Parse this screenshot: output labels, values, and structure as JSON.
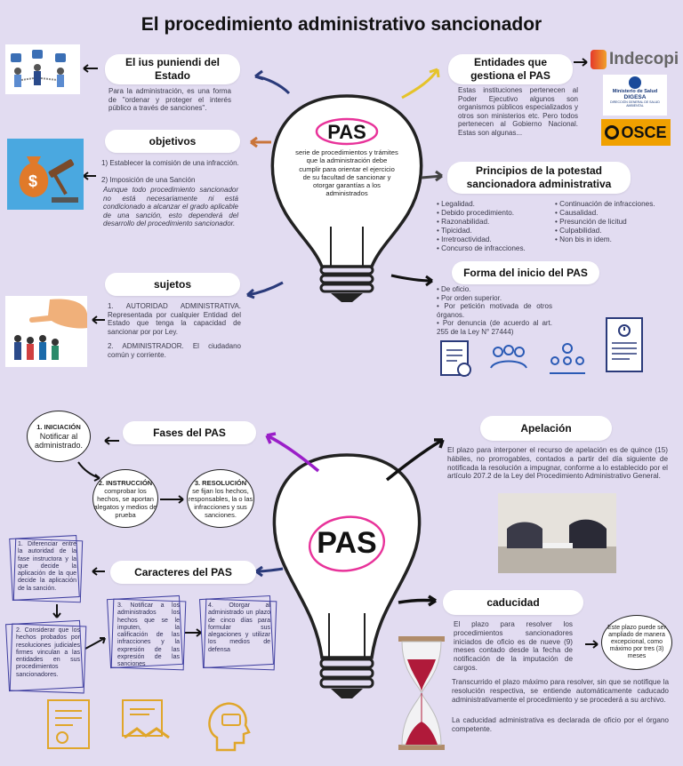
{
  "title": "El procedimiento administrativo sancionador",
  "center_top": {
    "heading": "PAS",
    "description": "serie de procedimientos y trámites que la administración debe cumplir para orientar el ejercicio de su facultad de sancionar y otorgar garantías a los administrados"
  },
  "center_bottom": {
    "heading": "PAS"
  },
  "ius": {
    "title": "El ius puniendi del Estado",
    "text": "Para la administración, es una forma de \"ordenar y proteger el interés público a través de sanciones\"."
  },
  "objetivos": {
    "title": "objetivos",
    "items": [
      "1) Establecer la comisión de una infracción.",
      "2) Imposición de una Sanción"
    ],
    "note": "Aunque todo procedimiento sancionador no está necesariamente ni está condicionado a alcanzar el grado aplicable de una sanción, esto dependerá del desarrollo del procedimiento sancionador."
  },
  "sujetos": {
    "title": "sujetos",
    "item1_label": "1. AUTORIDAD ADMINISTRATIVA.",
    "item1_text": "Representada por cualquier Entidad del Estado que tenga la capacidad de sancionar por por Ley.",
    "item2_label": "2. ADMINISTRADOR.",
    "item2_text": "El ciudadano común y corriente."
  },
  "entidades": {
    "title": "Entidades que gestiona el PAS",
    "text": "Estas instituciones pertenecen al Poder Ejecutivo algunos son organismos públicos especializados y otros son ministerios etc. Pero todos pertenecen al Gobierno Nacional. Estas son algunas...",
    "logos": {
      "indecopi": "Indecopi",
      "minsa_line1": "Ministerio de Salud",
      "minsa_line2": "DIGESA",
      "minsa_line3": "DIRECCIÓN GENERAL DE SALUD AMBIENTAL",
      "osce": "OSCE"
    }
  },
  "principios": {
    "title": "Principios de la potestad sancionadora administrativa",
    "col1": [
      "Legalidad.",
      "Debido procedimiento.",
      "Razonabilidad.",
      "Tipicidad.",
      "Irretroactividad.",
      "Concurso de infracciones."
    ],
    "col2": [
      "Continuación de infracciones.",
      "Causalidad.",
      "Presunción de licitud",
      "Culpabilidad.",
      "Non bis in idem."
    ]
  },
  "forma": {
    "title": "Forma del inicio del PAS",
    "items": [
      "De oficio.",
      "Por orden superior.",
      "Por petición motivada de otros órganos.",
      "Por denuncia (de acuerdo al art. 255 de la Ley N° 27444)"
    ]
  },
  "fases": {
    "title": "Fases del PAS",
    "f1_label": "1. INICIACIÓN",
    "f1_text": "Notificar al administrado.",
    "f2_label": "2. INSTRUCCIÓN",
    "f2_text": "comprobar los hechos, se aportan alegatos y medios de prueba",
    "f3_label": "3. RESOLUCIÓN",
    "f3_text": "se fijan los hechos, responsables, la o las infracciones y sus sanciones."
  },
  "caracteres": {
    "title": "Caracteres del PAS",
    "c1": "1. Diferenciar entre la autoridad de la fase instructora y la que decide la aplicación de la que decide la aplicación de la sanción.",
    "c2": "2. Considerar que los hechos probados por resoluciones judiciales firmes vinculan a las entidades en sus procedimientos sancionadores.",
    "c3": "3. Notificar a los administrados los hechos que se le imputen, la calificación de las infracciones y la expresión de las expresión de las sanciones",
    "c4": "4. Otorgar al administrado un plazo de cinco días para formular sus alegaciones y utilizar los medios de defensa"
  },
  "apelacion": {
    "title": "Apelación",
    "text": "El plazo para interponer el recurso de apelación es de quince (15) hábiles, no prorrogables, contados a partir del día siguiente de notificada la resolución a impugnar, conforme a lo establecido por el artículo 207.2 de la Ley del Procedimiento Administrativo General."
  },
  "caducidad": {
    "title": "caducidad",
    "p1": "El plazo para resolver los procedimientos sancionadores iniciados de oficio es de nueve (9) meses contado desde la fecha de notificación de la imputación de cargos.",
    "p2": "Transcurrido el plazo máximo para resolver, sin que se notifique la resolución respectiva, se entiende automáticamente caducado administrativamente el procedimiento y se procederá a su archivo.",
    "p3": "La caducidad administrativa es declarada de oficio por el órgano competente.",
    "circle": "Este plazo puede ser ampliado de manera excepcional, como máximo por tres (3) meses"
  },
  "colors": {
    "background": "#e2dcf1",
    "accent_pink": "#e8339a",
    "arrow_blue": "#2a3a7a",
    "arrow_orange": "#c9753a",
    "arrow_yellow": "#e5c32a",
    "arrow_purple": "#9a1fc8"
  }
}
